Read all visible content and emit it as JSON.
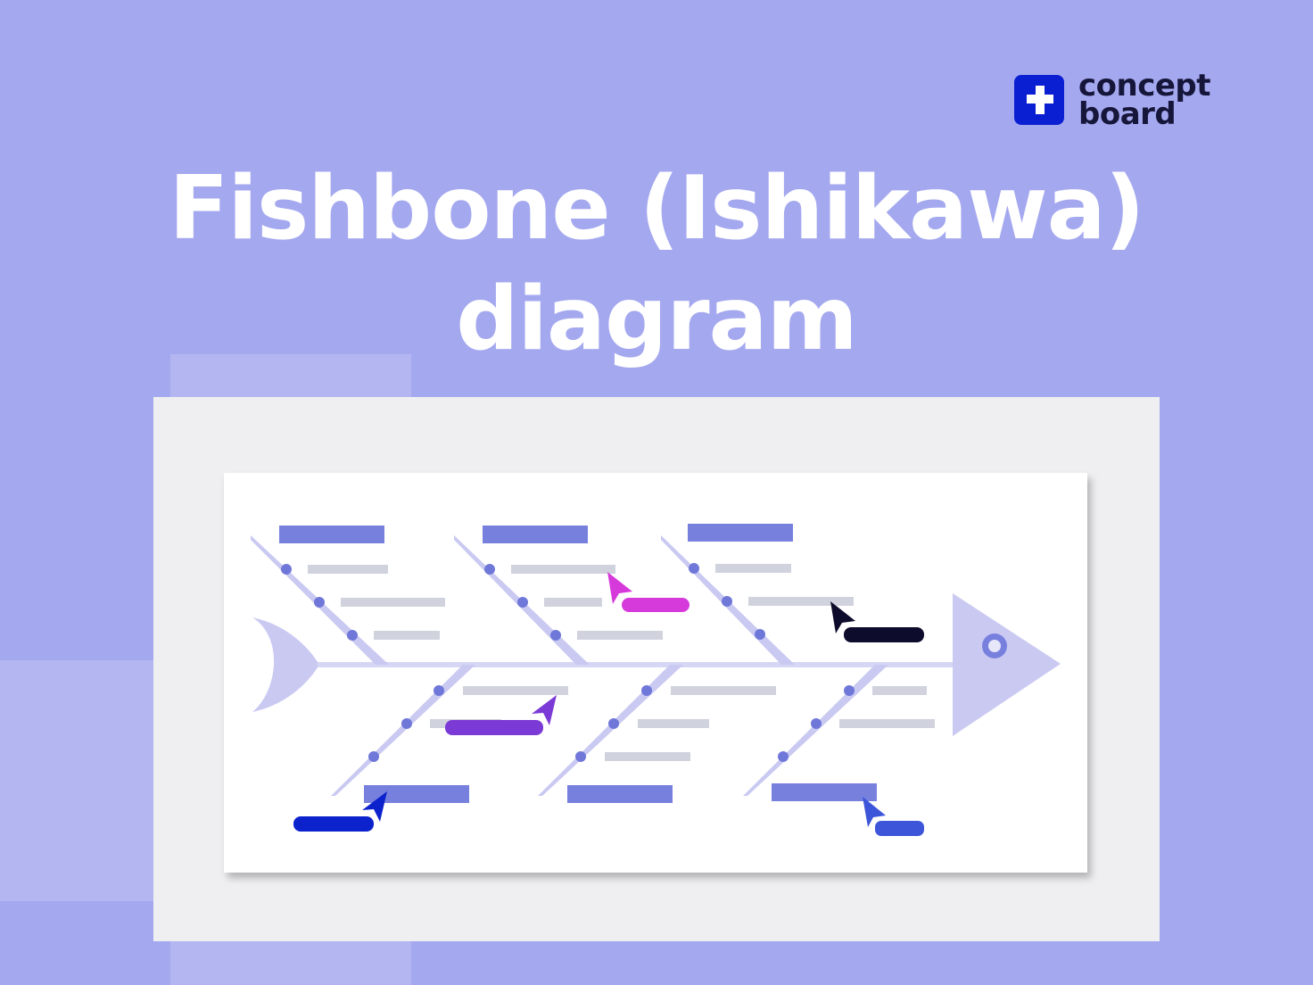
{
  "brand": {
    "name_line1": "concept",
    "name_line2": "board",
    "logo_color": "#0a1fd1"
  },
  "title": {
    "line1": "Fishbone (Ishikawa)",
    "line2": "diagram"
  },
  "colors": {
    "background": "#a4a8ef",
    "frame": "#efeff1",
    "card": "#ffffff",
    "bone": "#c9c9f2",
    "category_bar": "#7880de",
    "placeholder_line": "#d0d3dd",
    "dot": "#6f78d9",
    "cursor_magenta": "#d63adb",
    "cursor_black": "#0e0c2c",
    "cursor_purple": "#7b3ad6",
    "cursor_blue": "#0b22cc",
    "cursor_lightblue": "#3d55d9"
  }
}
